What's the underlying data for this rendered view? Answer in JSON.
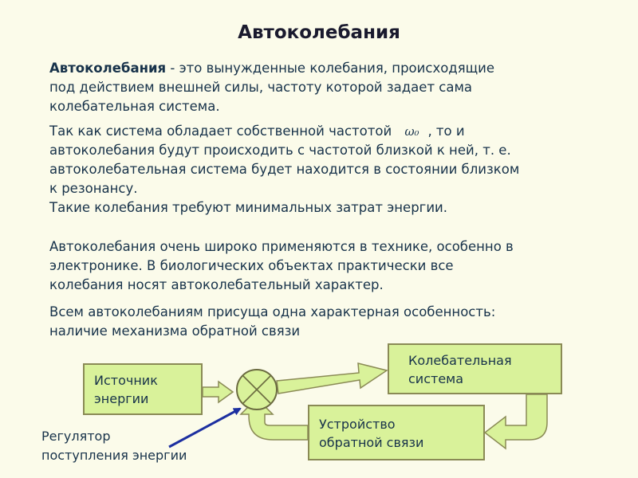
{
  "slide": {
    "title": "Автоколебания"
  },
  "paragraphs": {
    "p1_term": "Автоколебания",
    "p1_rest_line1": " - это вынужденные колебания, происходящие",
    "p1_line2": "под действием внешней силы, частоту которой задает сама",
    "p1_line3": "колебательная система.",
    "p2_line1_a": "Так как система обладает собственной частотой",
    "p2_symbol": "ω₀",
    "p2_line1_b": ", то и",
    "p2_line2": "автоколебания будут происходить с частотой близкой к ней, т. е.",
    "p2_line3": "автоколебательная система будет находится в состоянии близком",
    "p2_line4": "к резонансу.",
    "p3": "Такие колебания требуют минимальных затрат энергии.",
    "p4_line1": "Автоколебания очень широко применяются в технике, особенно в",
    "p4_line2": "электронике. В биологических объектах практически все",
    "p4_line3": "колебания носят автоколебательный характер.",
    "p5_line1": "Всем автоколебаниям присуща одна характерная особенность:",
    "p5_line2": "наличие механизма обратной связи"
  },
  "diagram": {
    "source_line1": "Источник",
    "source_line2": "энергии",
    "oscillator_line1": "Колебательная",
    "oscillator_line2": "система",
    "feedback_line1": "Устройство",
    "feedback_line2": "обратной связи",
    "regulator_line1": "Регулятор",
    "regulator_line2": "поступления энергии"
  },
  "colors": {
    "box_fill": "#d9f29a",
    "box_border": "#8a8a55",
    "arrow_fill": "#d9f29a",
    "arrow_stroke": "#8a8a55",
    "pointer_arrow": "#1c2fa0",
    "text": "#17324a",
    "background": "#fbfbea"
  }
}
